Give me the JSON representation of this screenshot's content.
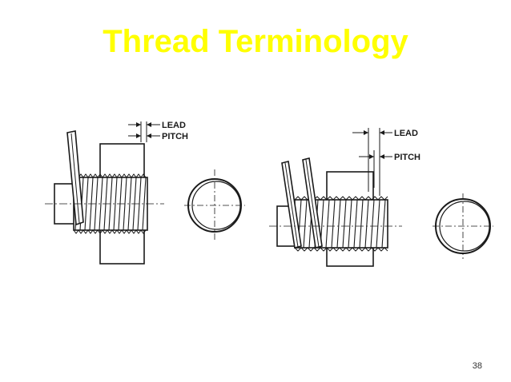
{
  "slide": {
    "title": "Thread Terminology",
    "page_number": "38"
  },
  "left_diagram": {
    "lead_label": "LEAD",
    "pitch_label": "PITCH"
  },
  "right_diagram": {
    "lead_label": "LEAD",
    "pitch_label": "PITCH"
  },
  "colors": {
    "title": "#FFFF00",
    "line": "#1a1a1a"
  }
}
